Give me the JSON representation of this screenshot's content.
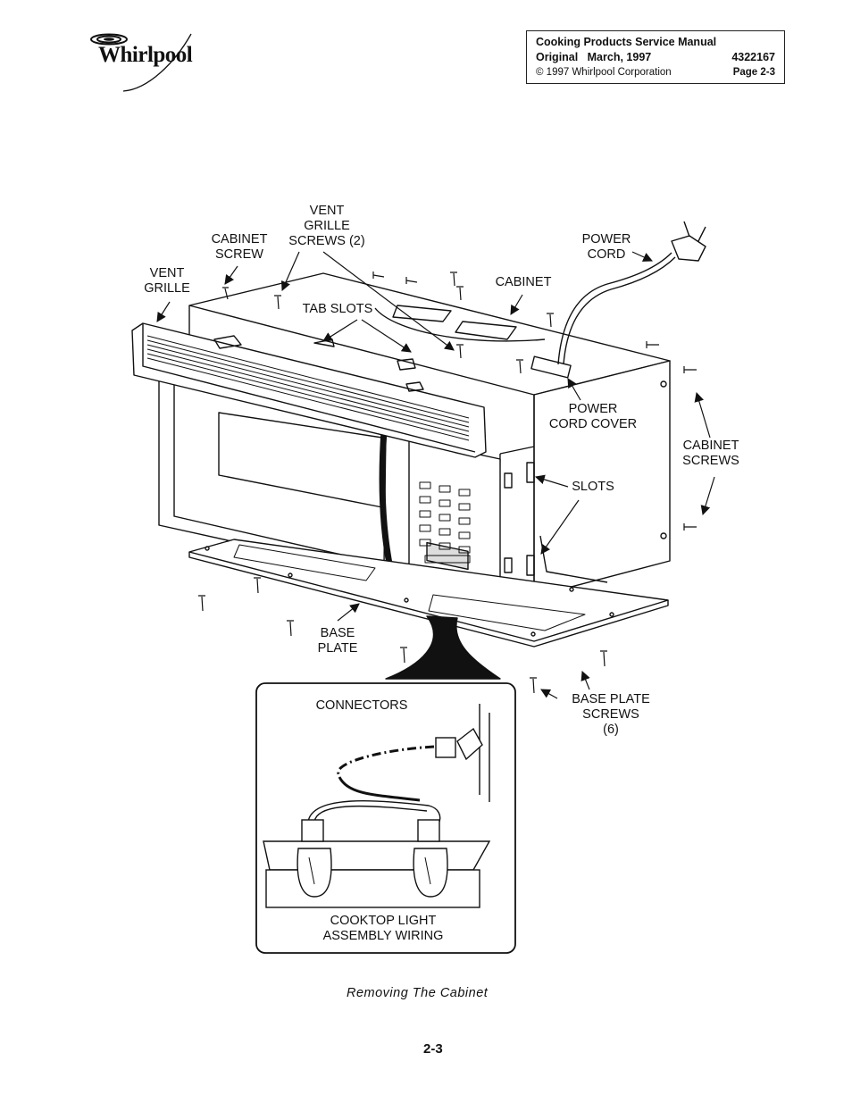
{
  "header": {
    "logo_text": "Whirlpool",
    "manual_title": "Cooking Products Service Manual",
    "edition": "Original   March, 1997",
    "part_number": "4322167",
    "copyright": "© 1997 Whirlpool Corporation",
    "page_ref": "Page 2-3"
  },
  "labels": {
    "vent_grille": "VENT\nGRILLE",
    "cabinet_screw": "CABINET\nSCREW",
    "vent_grille_screws": "VENT\nGRILLE\nSCREWS (2)",
    "tab_slots": "TAB SLOTS",
    "cabinet": "CABINET",
    "power_cord": "POWER\nCORD",
    "power_cord_cover": "POWER\nCORD COVER",
    "cabinet_screws": "CABINET\nSCREWS",
    "slots": "SLOTS",
    "base_plate": "BASE\nPLATE",
    "base_plate_screws": "BASE PLATE\nSCREWS\n(6)",
    "connectors": "CONNECTORS",
    "cooktop_light": "COOKTOP LIGHT\nASSEMBLY WIRING"
  },
  "caption": "Removing The Cabinet",
  "page_number": "2-3"
}
